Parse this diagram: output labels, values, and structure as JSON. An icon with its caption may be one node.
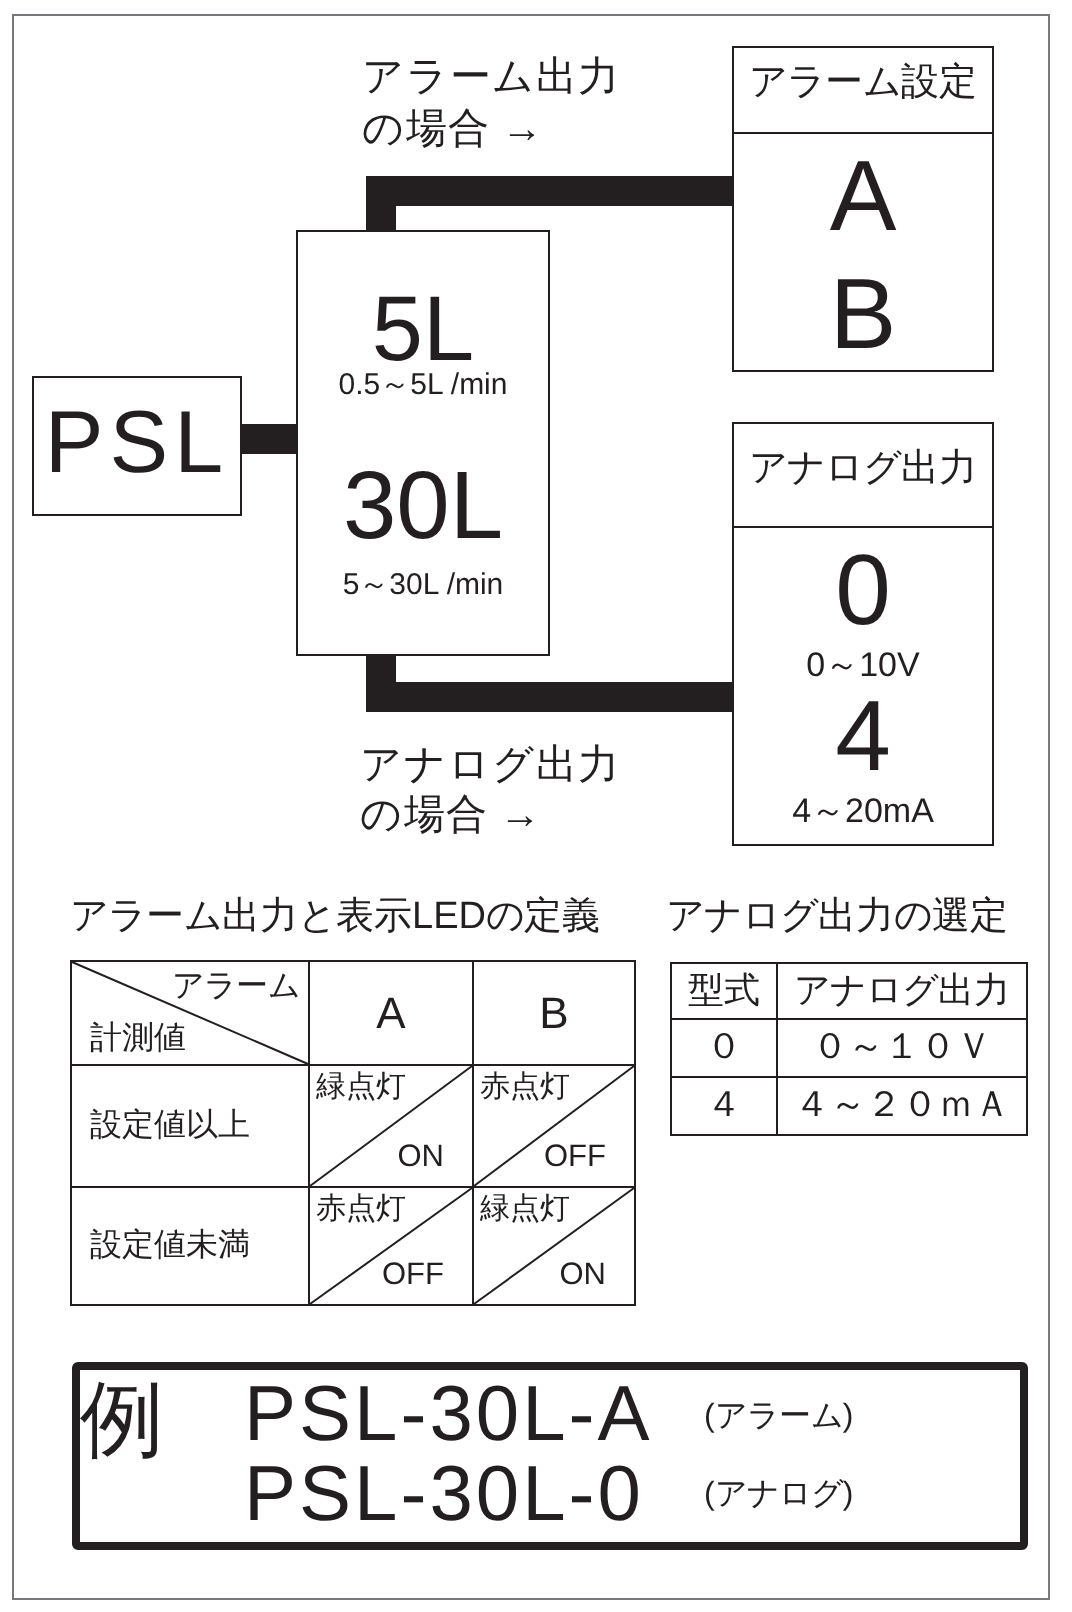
{
  "diagram": {
    "nodes": [
      {
        "text": [
          "PSL"
        ]
      },
      {
        "text": [
          "5L",
          "0.5～5L /min",
          "30L",
          "5～30L /min"
        ]
      },
      {
        "text": [
          "アラーム設定",
          "A",
          "B"
        ]
      },
      {
        "text": [
          "アナログ出力",
          "0",
          "0～10V",
          "4",
          "4～20mA"
        ]
      },
      {
        "text": [
          "例",
          "PSL-30L-A",
          "(アラーム)",
          "PSL-30L-0",
          "(アナログ)"
        ]
      }
    ],
    "edges": [
      {
        "from": 0,
        "to": 1,
        "arrow": "none"
      },
      {
        "from": 1,
        "to": 2,
        "arrow": "none",
        "label": "アラーム出力の場合 →"
      },
      {
        "from": 1,
        "to": 3,
        "arrow": "none",
        "label": "アナログ出力の場合 →"
      }
    ],
    "labels": [
      "アラーム出力と表示LEDの定義",
      "アラーム",
      "計測値",
      "A",
      "B",
      "設定値以上",
      "緑点灯",
      "ON",
      "赤点灯",
      "OFF",
      "設定値未満",
      "赤点灯",
      "OFF",
      "緑点灯",
      "ON",
      "アナログ出力の選定",
      "型式",
      "アナログ出力",
      "０",
      "０～１０Ｖ",
      "４",
      "４～２０ｍＡ"
    ]
  }
}
